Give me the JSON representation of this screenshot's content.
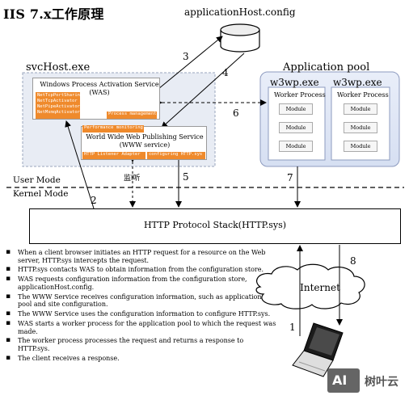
{
  "title": "IIS 7.x工作原理",
  "config_store": {
    "label": "applicationHost.config"
  },
  "svchost": {
    "label": "svcHost.exe",
    "was": {
      "title_line1": "Windows Process Activation Service",
      "title_line2": "(WAS)",
      "adapters": [
        "NetTcpPortSharing",
        "NetTcpActivator",
        "NetPipeActivator",
        "NetMsmqActivator"
      ],
      "process_management": "Process management"
    },
    "www": {
      "performance_monitoring": "Performance monitoring",
      "title_line1": "World Wide Web Publishing Service",
      "title_line2": "(WWW service)",
      "http_listener_adapter": "HTTP Listener Adapter",
      "configuring_http": "configuring HTTP.sys"
    }
  },
  "app_pool": {
    "label": "Application pool",
    "processes": [
      {
        "name": "w3wp.exe",
        "worker_title": "Worker Process",
        "modules": [
          "Module",
          "Module",
          "Module"
        ]
      },
      {
        "name": "w3wp.exe",
        "worker_title": "Worker Process",
        "modules": [
          "Module",
          "Module",
          "Module"
        ]
      }
    ]
  },
  "modes": {
    "user": "User Mode",
    "kernel": "Kernel Mode"
  },
  "listen_label": "监l听",
  "http_stack": "HTTP Protocol Stack(HTTP.sys)",
  "internet": "Internet",
  "step_numbers": [
    "1",
    "2",
    "3",
    "4",
    "5",
    "6",
    "7",
    "8"
  ],
  "steps": [
    "When a client browser initiates an HTTP request for a resource on the Web server, HTTP.sys intercepts the request.",
    "HTTP.sys contacts WAS to obtain information from the configuration store.",
    "WAS requests configuration information from the configuration store, applicationHost.config.",
    "The WWW Service receives configuration information, such as application pool and site configuration.",
    "The WWW Service uses the configuration information to configure HTTP.sys.",
    "WAS starts a worker process for the application pool to which the request was made.",
    "The worker process processes the request and returns a response to HTTP.sys.",
    "The client receives a response."
  ],
  "watermark": {
    "badge": "AI",
    "text": "树叶云"
  }
}
